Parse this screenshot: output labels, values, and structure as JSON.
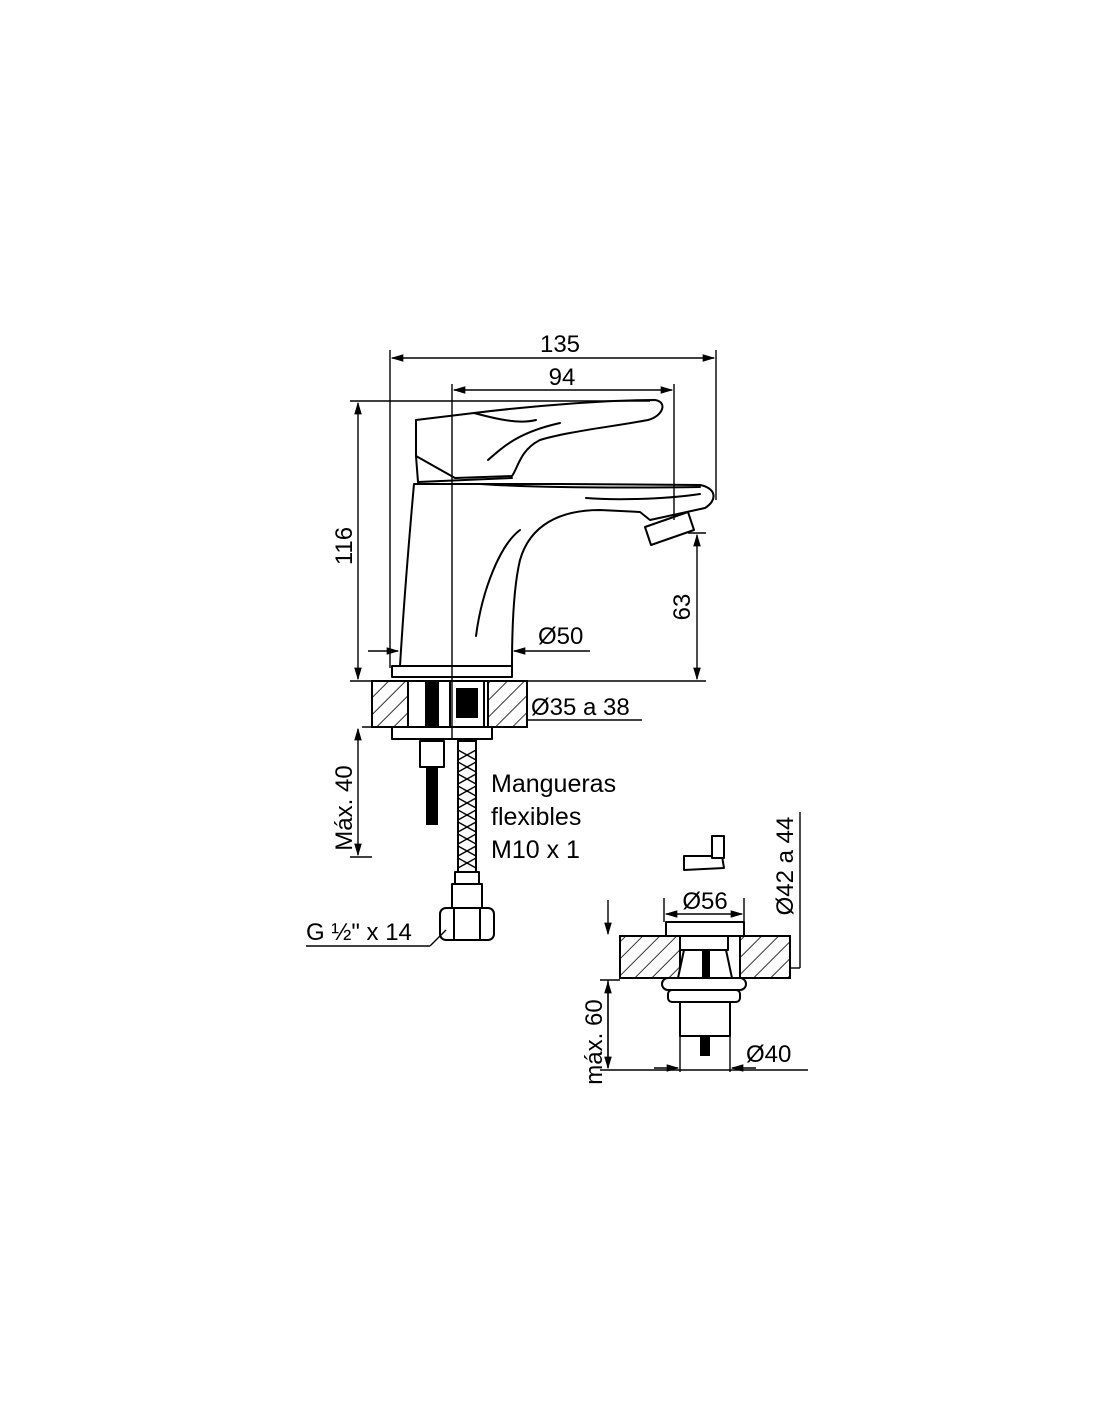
{
  "dimensions": {
    "overall_width": "135",
    "spout_reach": "94",
    "total_height": "116",
    "spout_height": "63",
    "base_diameter": "Ø50",
    "hole_diameter": "Ø35 a 38",
    "max_deck_thickness": "Máx. 40",
    "drain_diameter": "Ø56",
    "drain_hole": "Ø42 a 44",
    "drain_max_thickness": "máx. 60",
    "drain_pipe": "Ø40",
    "thread": "G ½\" x 14"
  },
  "hoses": {
    "line1": "Mangueras",
    "line2": "flexibles",
    "line3": "M10 x 1"
  }
}
